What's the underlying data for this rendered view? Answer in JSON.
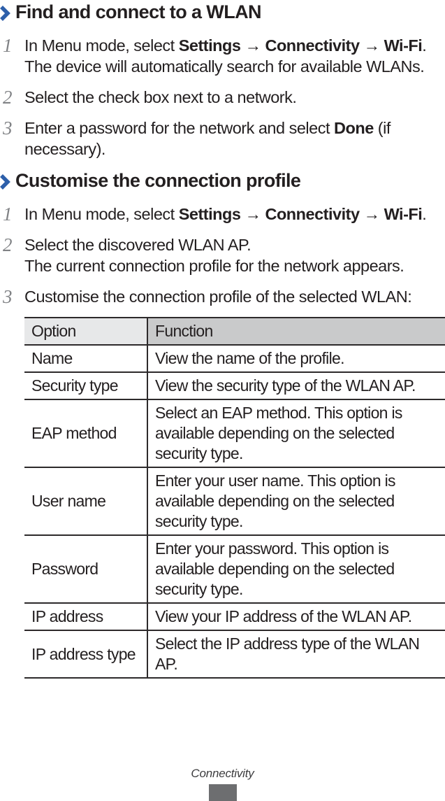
{
  "colors": {
    "accent_blue": "#2d5faa",
    "text": "#231f20",
    "step_number_gray": "#808285",
    "table_border": "#2d2a2b",
    "header_option_bg": "#e7e8e9",
    "header_function_bg": "#c9cacb",
    "page_box_gray": "#6d6e70"
  },
  "sections": [
    {
      "heading": "Find and connect to a WLAN",
      "items": [
        {
          "number": "1",
          "segments": [
            {
              "t": "In Menu mode, select "
            },
            {
              "t": "Settings",
              "b": true
            },
            {
              "t": " → "
            },
            {
              "t": "Connectivity",
              "b": true
            },
            {
              "t": " → "
            },
            {
              "t": "Wi-Fi",
              "b": true
            },
            {
              "t": "."
            },
            {
              "br": true
            },
            {
              "t": "The device will automatically search for available WLANs."
            }
          ]
        },
        {
          "number": "2",
          "segments": [
            {
              "t": "Select the check box next to a network."
            }
          ]
        },
        {
          "number": "3",
          "segments": [
            {
              "t": "Enter a password for the network and select "
            },
            {
              "t": "Done",
              "b": true
            },
            {
              "t": " (if necessary)."
            }
          ]
        }
      ]
    },
    {
      "heading": "Customise the connection profile",
      "items": [
        {
          "number": "1",
          "segments": [
            {
              "t": "In Menu mode, select "
            },
            {
              "t": "Settings",
              "b": true
            },
            {
              "t": " → "
            },
            {
              "t": "Connectivity",
              "b": true
            },
            {
              "t": " → "
            },
            {
              "t": "Wi-Fi",
              "b": true
            },
            {
              "t": "."
            }
          ]
        },
        {
          "number": "2",
          "segments": [
            {
              "t": "Select the discovered WLAN AP."
            },
            {
              "br": true
            },
            {
              "t": "The current connection profile for the network appears."
            }
          ]
        },
        {
          "number": "3",
          "segments": [
            {
              "t": "Customise the connection profile of the selected WLAN:"
            }
          ]
        }
      ],
      "table": {
        "headers": [
          "Option",
          "Function"
        ],
        "rows": [
          [
            "Name",
            "View the name of the profile."
          ],
          [
            "Security type",
            "View the security type of the WLAN AP."
          ],
          [
            "EAP method",
            "Select an EAP method. This option is available depending on the selected security type."
          ],
          [
            "User name",
            "Enter your user name. This option is available depending on the selected security type."
          ],
          [
            "Password",
            "Enter your password. This option is available depending on the selected security type."
          ],
          [
            "IP address",
            "View your IP address of the WLAN AP."
          ],
          [
            "IP address type",
            "Select the IP address type of the WLAN AP."
          ]
        ]
      }
    }
  ],
  "footer": {
    "label": "Connectivity"
  }
}
